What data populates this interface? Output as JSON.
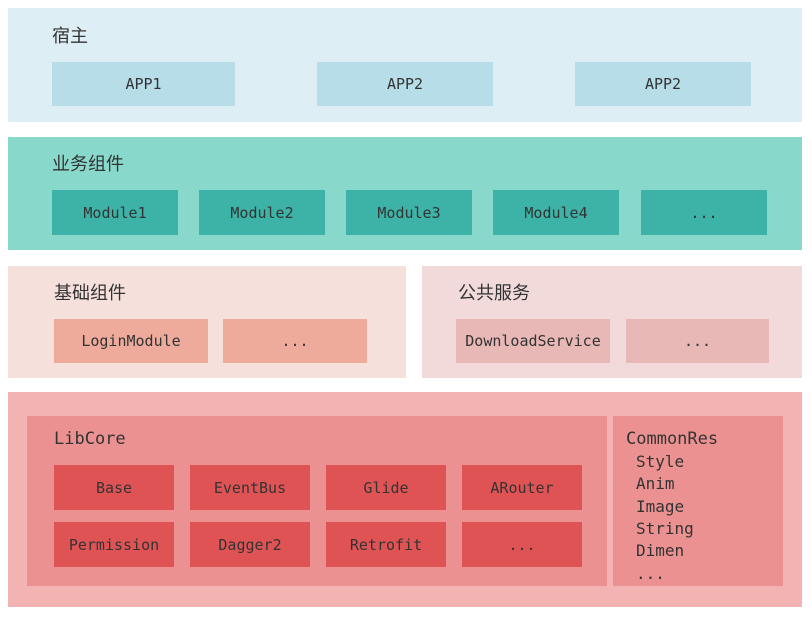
{
  "host": {
    "title": "宿主",
    "apps": [
      "APP1",
      "APP2",
      "APP2"
    ]
  },
  "business": {
    "title": "业务组件",
    "modules": [
      "Module1",
      "Module2",
      "Module3",
      "Module4",
      "..."
    ]
  },
  "basic": {
    "title": "基础组件",
    "items": [
      "LoginModule",
      "..."
    ]
  },
  "public_service": {
    "title": "公共服务",
    "items": [
      "DownloadService",
      "..."
    ]
  },
  "libcore": {
    "title": "LibCore",
    "row1": [
      "Base",
      "EventBus",
      "Glide",
      "ARouter"
    ],
    "row2": [
      "Permission",
      "Dagger2",
      "Retrofit",
      "..."
    ]
  },
  "common_res": {
    "title": "CommonRes",
    "items": [
      "Style",
      "Anim",
      "Image",
      "String",
      "Dimen",
      "..."
    ]
  },
  "colors": {
    "host_bg": "#ddeef4",
    "host_box": "#b7dde9",
    "biz_bg": "#88d9cc",
    "biz_box": "#3db3a8",
    "basic_bg": "#f6e0dc",
    "basic_box": "#eeab9c",
    "public_bg": "#f2dada",
    "public_box": "#e8b8b6",
    "core_bg": "#f3b3b3",
    "core_panel": "#eb9191",
    "core_box": "#e05355"
  }
}
